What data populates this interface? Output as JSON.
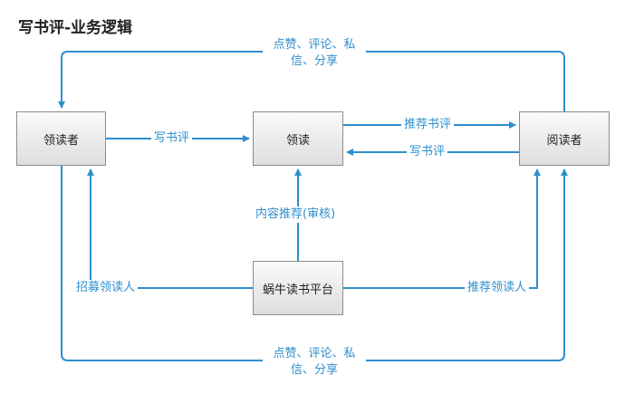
{
  "title": "写书评-业务逻辑",
  "nodes": {
    "lingduzhe": "领读者",
    "lingdu": "领读",
    "yueduzhe": "阅读者",
    "platform": "蜗牛读书平台"
  },
  "edges": {
    "top_loop_line1": "点赞、评论、私",
    "top_loop_line2": "信、分享",
    "write_review_left": "写书评",
    "recommend_review": "推荐书评",
    "write_review_right": "写书评",
    "content_recommend": "内容推荐(审核)",
    "recruit": "招募领读人",
    "recommend_leader": "推荐领读人",
    "bottom_loop_line1": "点赞、评论、私",
    "bottom_loop_line2": "信、分享"
  },
  "colors": {
    "arrow": "#2e8fcc",
    "node_border": "#8c8c8c"
  }
}
